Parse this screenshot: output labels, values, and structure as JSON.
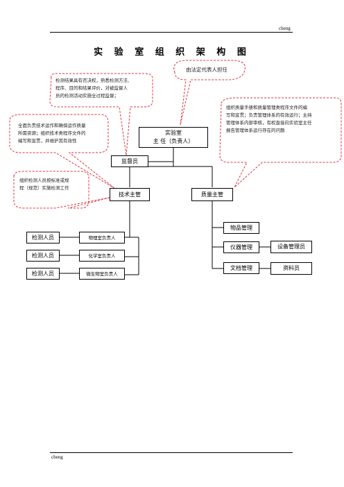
{
  "header": {
    "label": "cheng"
  },
  "footer": {
    "label": "cheng"
  },
  "title": "实 验 室 组 织 架 构 图",
  "nodes": {
    "director": "实验室\n主  任（负责人）",
    "supervisor": "监督员",
    "tech_manager": "技术主管",
    "quality_manager": "质量主管",
    "inspector_1": "检测人员",
    "inspector_2": "检测人员",
    "inspector_3": "检测人员",
    "physics_lead": "物理室负责人",
    "chemistry_lead": "化学室负责人",
    "micro_lead": "微生物室负责人",
    "goods_mgmt": "物品管理",
    "instrument_mgmt": "仪器管理",
    "equipment_admin": "设备管理员",
    "document_mgmt": "文档管理",
    "archivist": "资料员"
  },
  "callouts": {
    "legal_rep": "由法定代表人担任",
    "supervisor_note": "检测结果具有否决权，熟悉检测方法、\n程序、目的和结果评价，对被监督人\n员的检测活动实施全过程监督；",
    "tech_resp": "全面负责技术运作和确保运作质量\n所需资源；组织技术类程序文件的\n编写和宣贯，并维护其有效性",
    "inspect_org": "组织检测人员按标准或规\n程（规范）实施检测工作",
    "quality_resp": "组织质量手册和质量管理类程序文件的编\n写和宣贯；负责管理体系的有效运行；主持\n管理体系内部审核，有权直接向实验室主任\n报告管理体系运行存在的问题"
  },
  "colors": {
    "callout_border": "#e0303a",
    "line": "#000000"
  }
}
